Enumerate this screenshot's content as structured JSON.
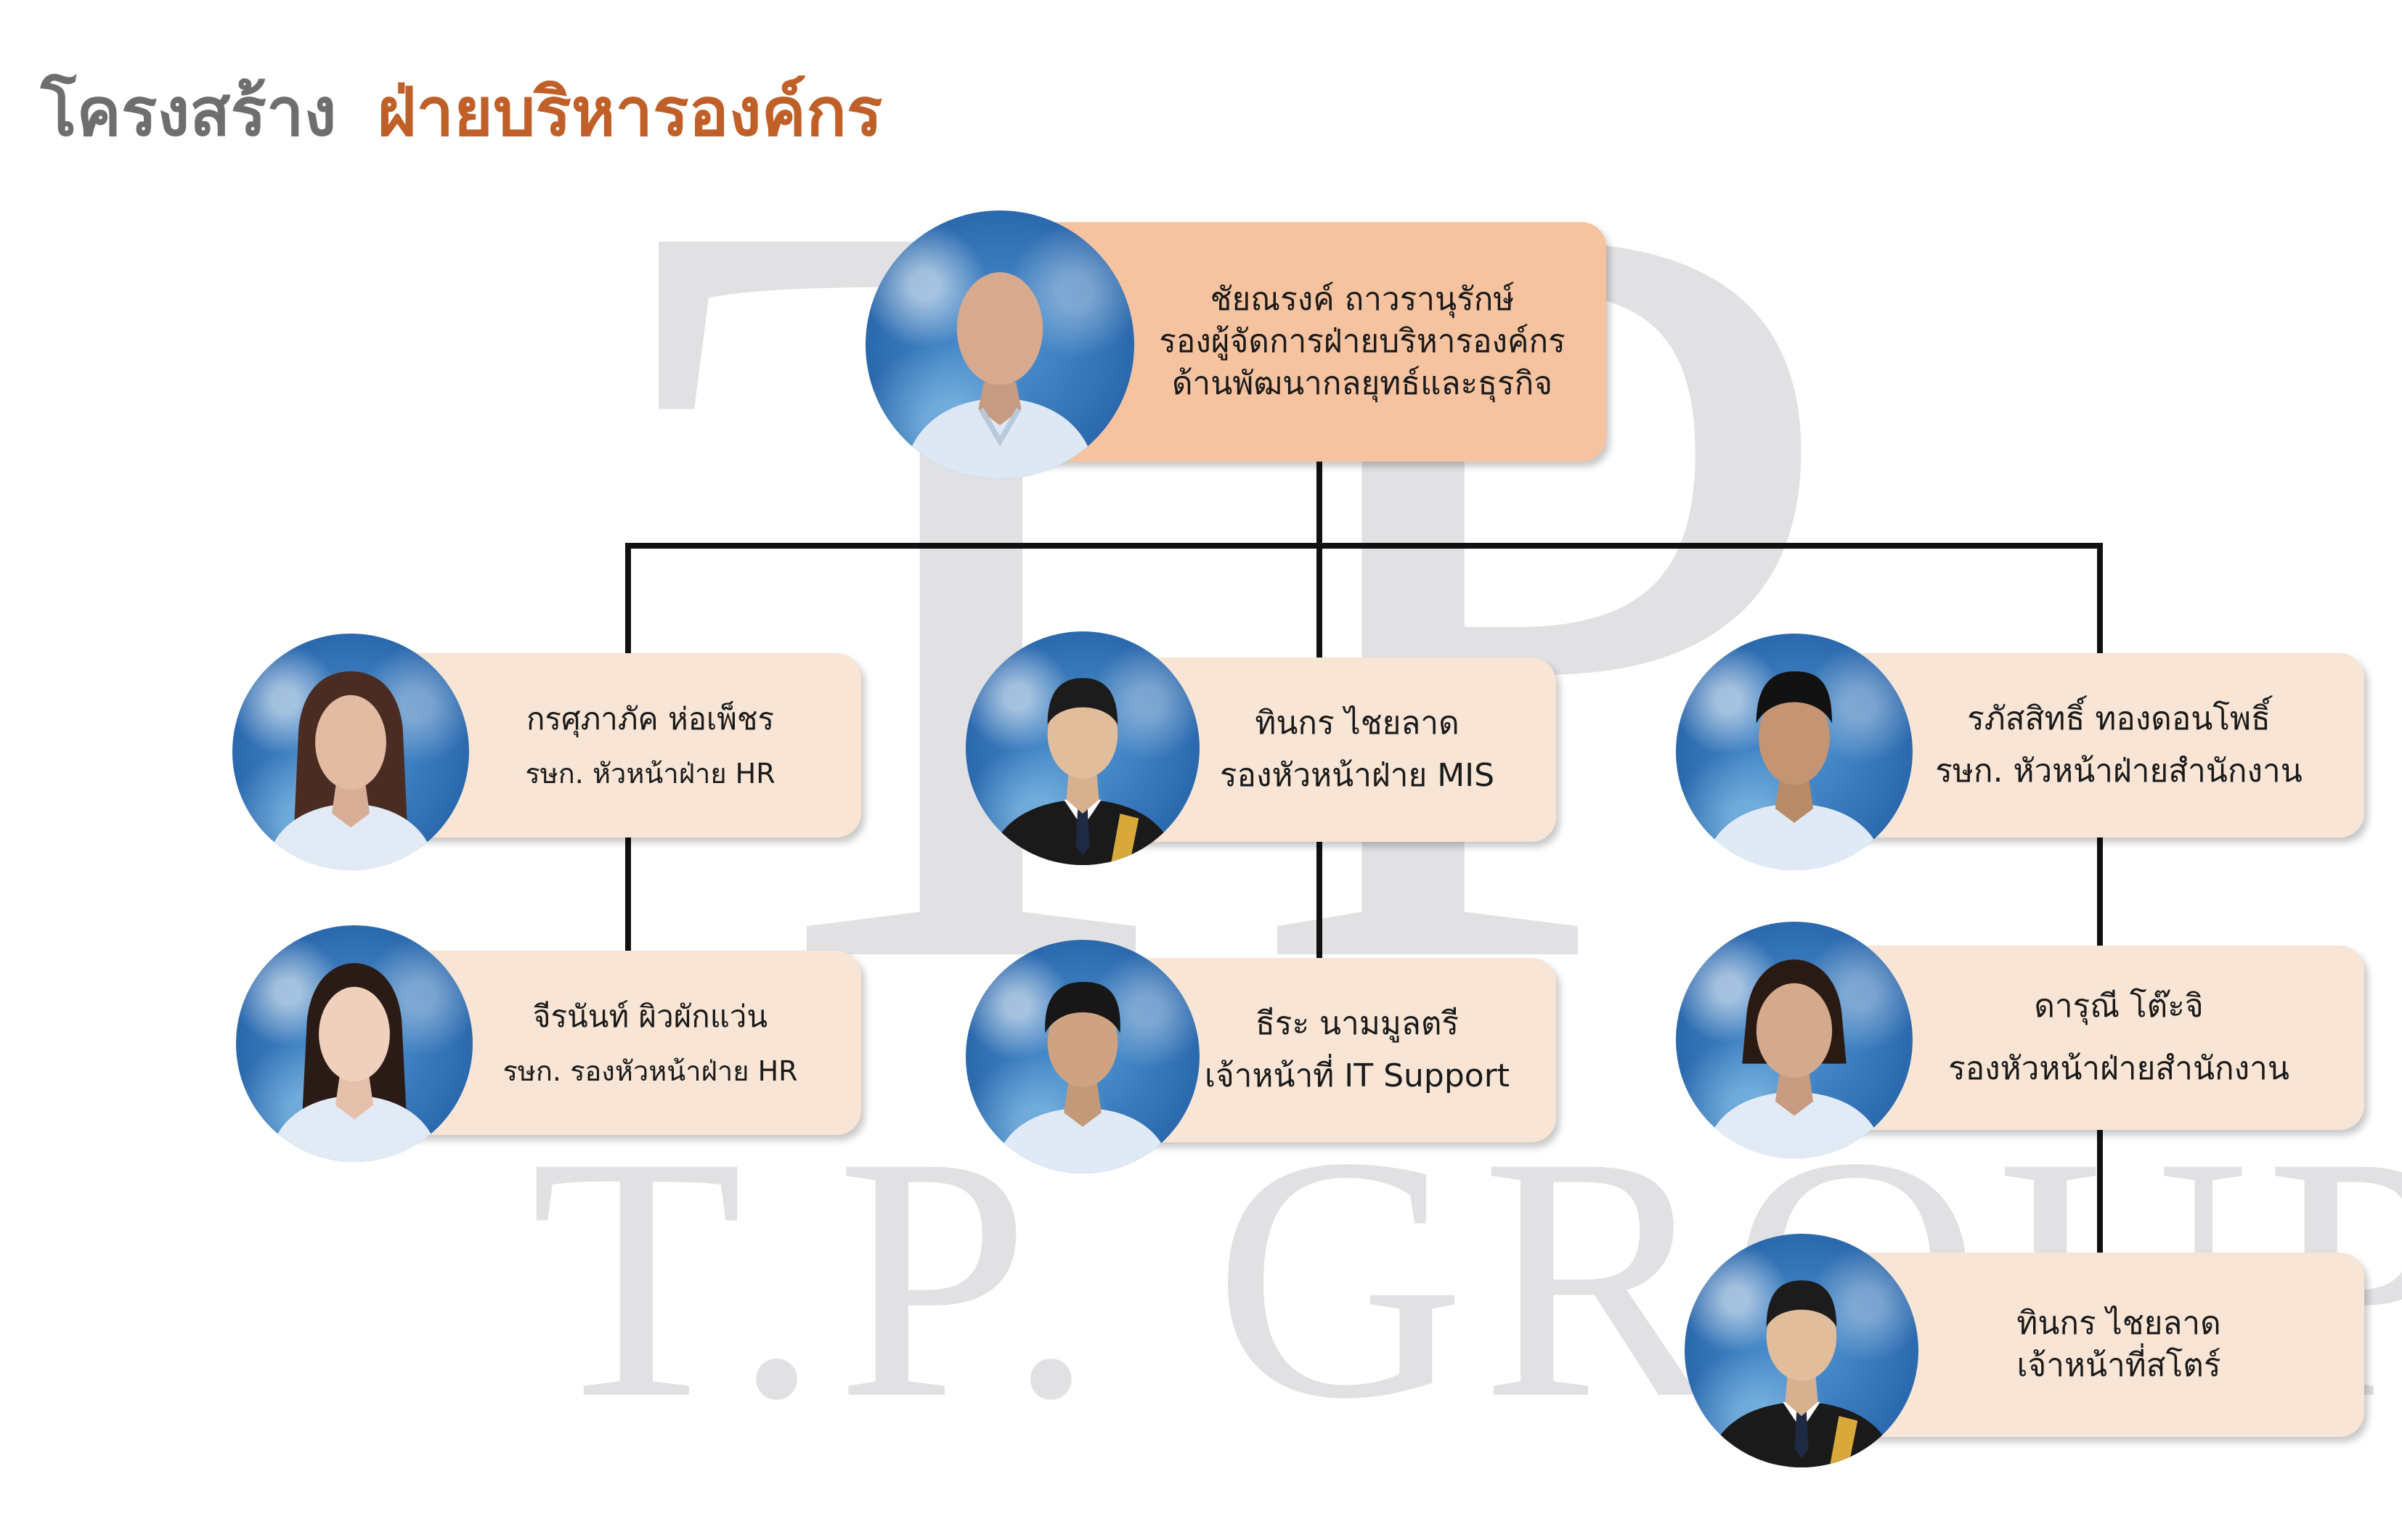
{
  "title": {
    "part1": "โครงสร้าง",
    "part2": "ฝ่ายบริหารองค์กร"
  },
  "watermark": {
    "logo_letters": "TP",
    "group_text": "T.P. GROUP"
  },
  "colors": {
    "title_gray": "#6e6e6e",
    "title_orange": "#c05f28",
    "top_card": "#f6c3a0",
    "sub_card": "#f8e5d5",
    "connector": "#111111",
    "photo_background": "#3a7cc4"
  },
  "org": {
    "head": {
      "name": "ชัยณรงค์ ถาวรานุรักษ์",
      "title": "รองผู้จัดการฝ่ายบริหารองค์กร",
      "title2": "ด้านพัฒนากลยุทธ์และธุรกิจ",
      "photo_icon": "person-photo"
    },
    "hr_head": {
      "name": "กรศุภาภัค ห่อเพ็ชร",
      "title": "รษก. หัวหน้าฝ่าย HR",
      "photo_icon": "person-photo"
    },
    "hr_deputy": {
      "name": "จีรนันท์ ผิวผักแว่น",
      "title": "รษก. รองหัวหน้าฝ่าย HR",
      "photo_icon": "person-photo"
    },
    "mis_deputy": {
      "name": "ทินกร ไชยลาด",
      "title": "รองหัวหน้าฝ่าย MIS",
      "photo_icon": "person-photo"
    },
    "it_support": {
      "name": "ธีระ นามมูลตรี",
      "title": "เจ้าหน้าที่ IT Support",
      "photo_icon": "person-photo"
    },
    "office_head": {
      "name": "รภัสสิทธิ์ ทองดอนโพธิ์",
      "title": "รษก. หัวหน้าฝ่ายสำนักงาน",
      "photo_icon": "person-photo"
    },
    "office_deputy": {
      "name": "ดารุณี โต๊ะจิ",
      "title": "รองหัวหน้าฝ่ายสำนักงาน",
      "photo_icon": "person-photo"
    },
    "store": {
      "name": "ทินกร  ไชยลาด",
      "title": "เจ้าหน้าที่สโตร์",
      "photo_icon": "person-photo"
    }
  }
}
